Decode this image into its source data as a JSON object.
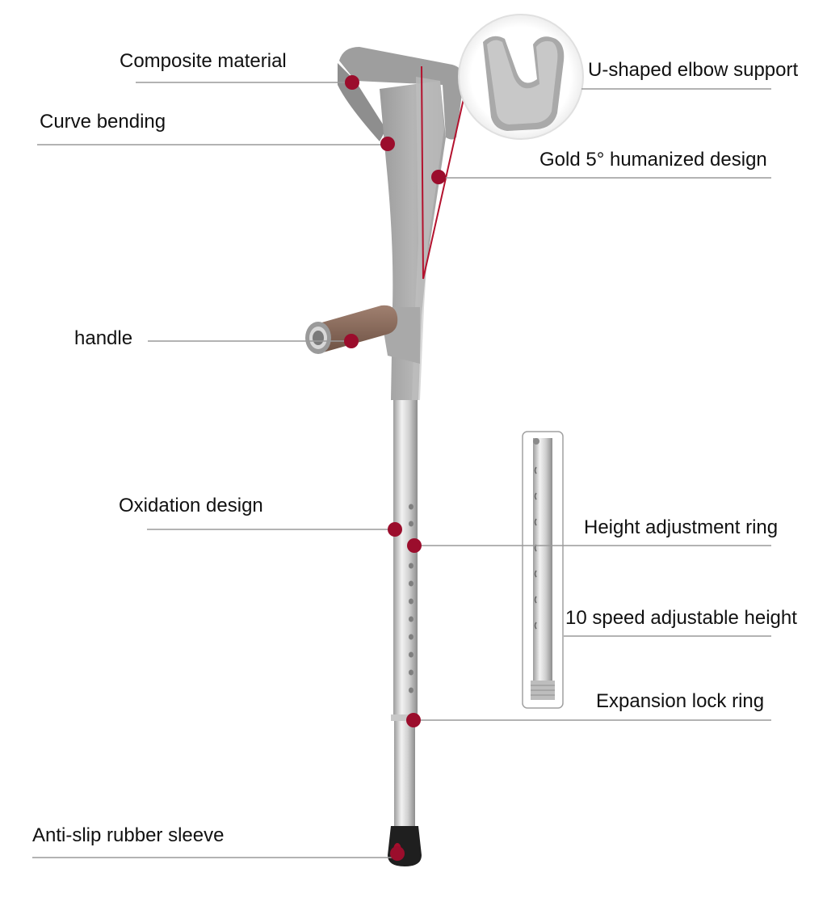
{
  "labels": {
    "composite_material": "Composite material",
    "curve_bending": "Curve bending",
    "u_shaped_elbow_support": "U-shaped elbow support",
    "gold_5_humanized_design": "Gold 5° humanized design",
    "handle": "handle",
    "oxidation_design": "Oxidation design",
    "height_adjustment_ring": "Height adjustment ring",
    "ten_speed_adjustable_height": "10 speed adjustable height",
    "expansion_lock_ring": "Expansion lock ring",
    "anti_slip_rubber_sleeve": "Anti-slip rubber sleeve"
  },
  "colors": {
    "marker": "#9b0d2c",
    "leader_line": "#9a9a9a",
    "crutch_body": "#a7a7a7",
    "grip": "#8a6a58",
    "angle_line": "#b3122e",
    "tube": "#d9d9d9",
    "foot": "#1f1f1f"
  }
}
